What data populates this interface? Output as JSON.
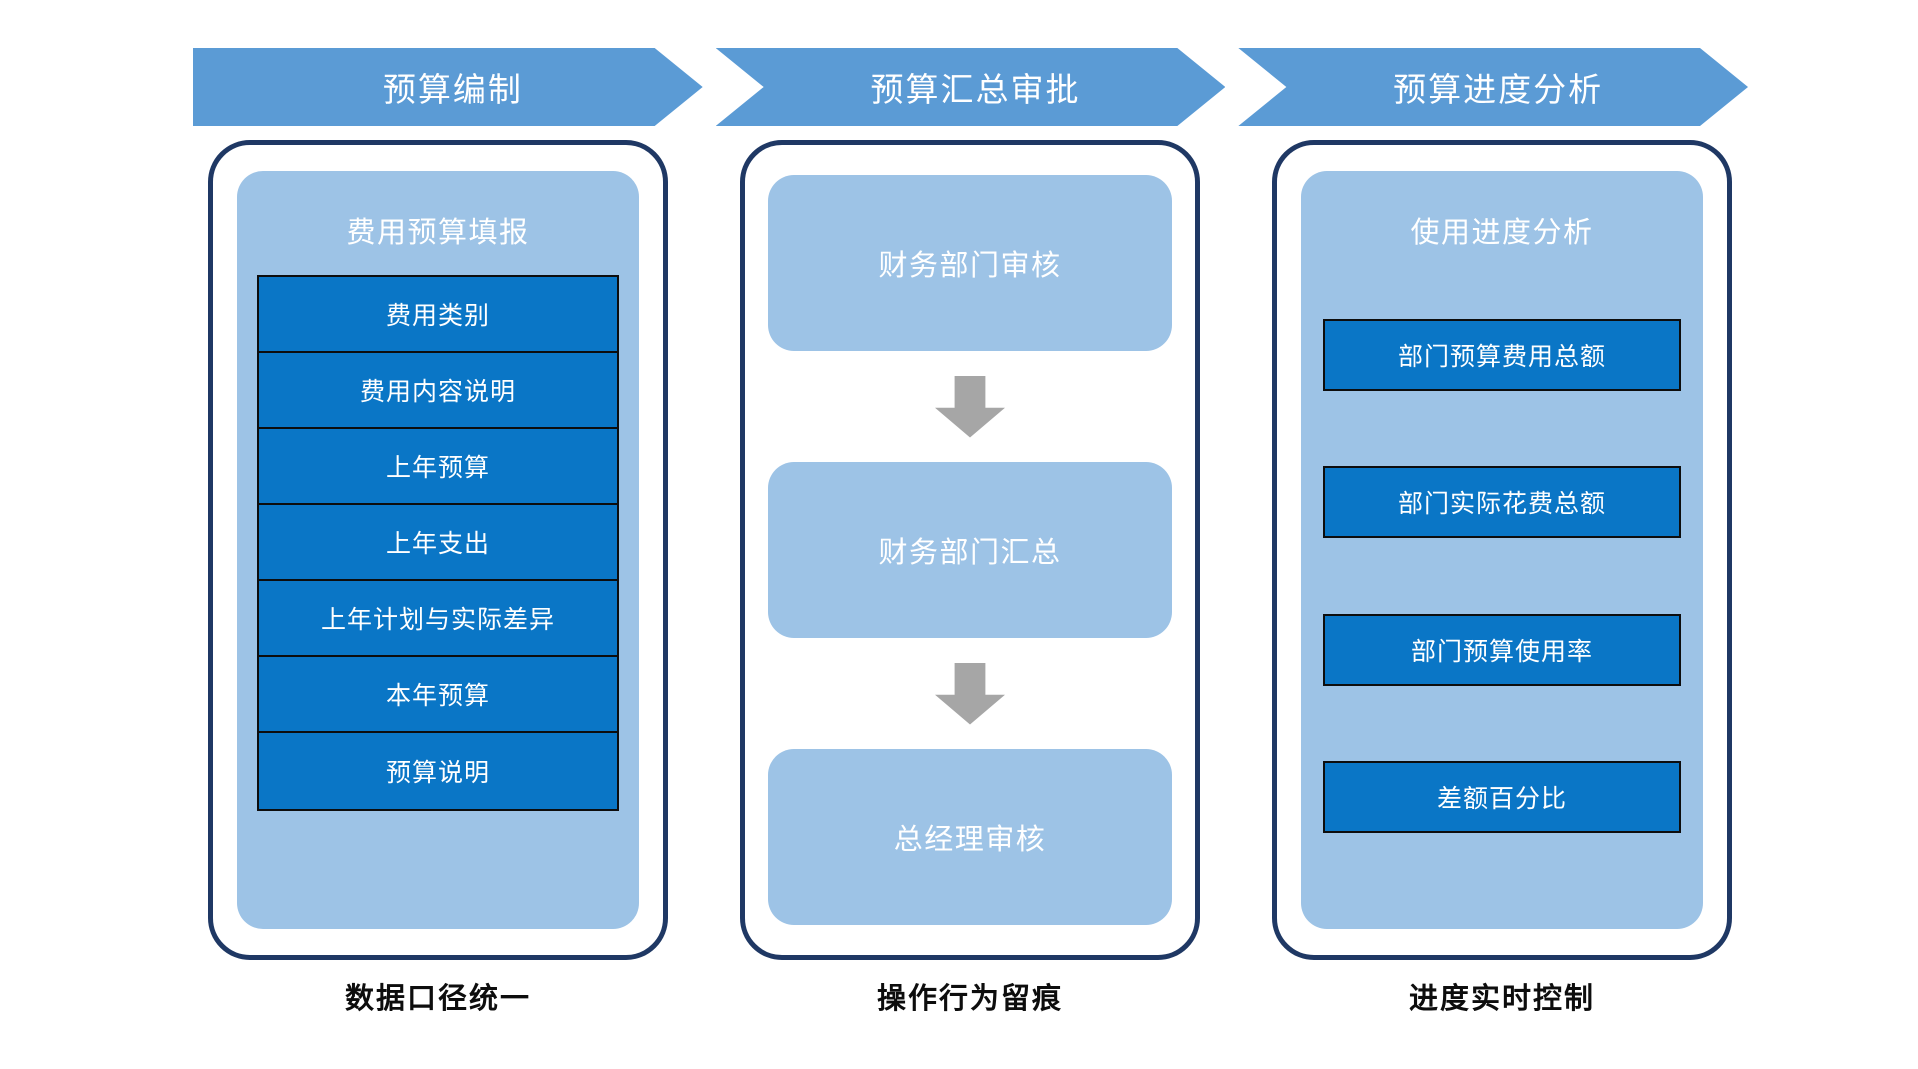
{
  "banners": [
    {
      "label": "预算编制"
    },
    {
      "label": "预算汇总审批"
    },
    {
      "label": "预算进度分析"
    }
  ],
  "columns": [
    {
      "card_title": "费用预算填报",
      "items": [
        {
          "label": "费用类别"
        },
        {
          "label": "费用内容说明"
        },
        {
          "label": "上年预算"
        },
        {
          "label": "上年支出"
        },
        {
          "label": "上年计划与实际差异"
        },
        {
          "label": "本年预算"
        },
        {
          "label": "预算说明"
        }
      ],
      "caption": "数据口径统一"
    },
    {
      "flow": [
        {
          "label": "财务部门审核"
        },
        {
          "label": "财务部门汇总"
        },
        {
          "label": "总经理审核"
        }
      ],
      "caption": "操作行为留痕"
    },
    {
      "card_title": "使用进度分析",
      "items": [
        {
          "label": "部门预算费用总额"
        },
        {
          "label": "部门实际花费总额"
        },
        {
          "label": "部门预算使用率"
        },
        {
          "label": "差额百分比"
        }
      ],
      "caption": "进度实时控制"
    }
  ],
  "colors": {
    "banner": "#5B9BD5",
    "card": "#9DC3E6",
    "item": "#0A76C6",
    "panel_border": "#1F3864",
    "arrow": "#A6A6A6"
  }
}
